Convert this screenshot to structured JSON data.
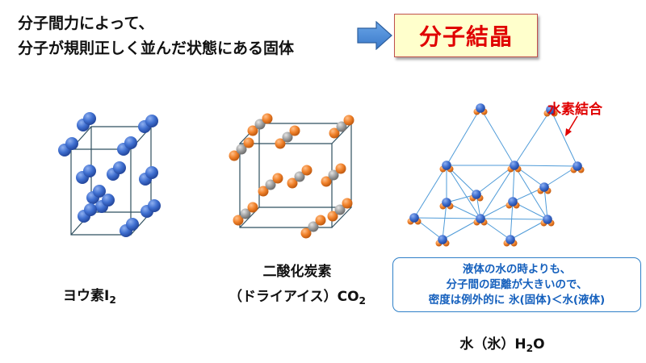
{
  "intro": {
    "line1": "分子間力によって、",
    "line2": "分子が規則正しく並んだ状態にある固体"
  },
  "term": "分子結晶",
  "captions": {
    "iodine": {
      "name": "ヨウ素I",
      "sub": "2"
    },
    "co2": {
      "line1": "二酸化炭素",
      "line2": "（ドライアイス）CO",
      "sub": "2"
    },
    "water": {
      "name": "水（氷）H",
      "sub": "2",
      "suffix": "O"
    }
  },
  "hydrogen_bond_label": "水素結合",
  "note": {
    "line1": "液体の水の時よりも、",
    "line2": "分子間の距離が大きいので、",
    "line3": "密度は例外的に 氷(固体)＜水(液体)"
  },
  "colors": {
    "iodine_atom": "#3f6fd0",
    "carbon_atom": "#9a9a9a",
    "oxygen_atom": "#f0812a",
    "cube_edge": "#2f4f5f",
    "lattice_line": "#4f9bd8",
    "arrow_fill": "#4f8fd8",
    "highlight_red": "#e00000"
  }
}
